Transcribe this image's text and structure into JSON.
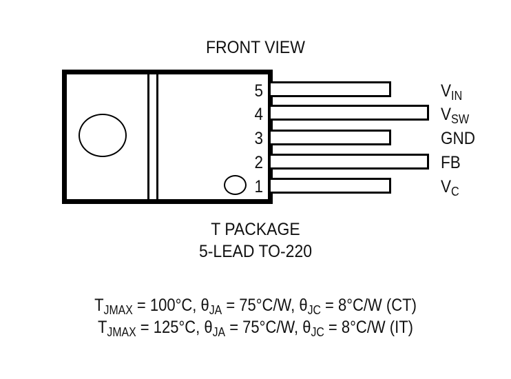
{
  "diagram": {
    "title": "FRONT VIEW",
    "package": {
      "line1": "T PACKAGE",
      "line2": "5-LEAD TO-220"
    },
    "pins": [
      {
        "number": "5",
        "name_main": "V",
        "name_sub": "IN",
        "lead": "short"
      },
      {
        "number": "4",
        "name_main": "V",
        "name_sub": "SW",
        "lead": "long"
      },
      {
        "number": "3",
        "name_main": "GND",
        "name_sub": "",
        "lead": "short"
      },
      {
        "number": "2",
        "name_main": "FB",
        "name_sub": "",
        "lead": "long"
      },
      {
        "number": "1",
        "name_main": "V",
        "name_sub": "C",
        "lead": "short"
      }
    ],
    "specs": [
      {
        "t_main": "T",
        "t_sub": "JMAX",
        "t_val": " = 100°C, ",
        "ja_main": "θ",
        "ja_sub": "JA",
        "ja_val": " = 75°C/W, ",
        "jc_main": "θ",
        "jc_sub": "JC",
        "jc_val": " = 8°C/W (CT)"
      },
      {
        "t_main": "T",
        "t_sub": "JMAX",
        "t_val": " = 125°C, ",
        "ja_main": "θ",
        "ja_sub": "JA",
        "ja_val": " = 75°C/W, ",
        "jc_main": "θ",
        "jc_sub": "JC",
        "jc_val": " = 8°C/W (IT)"
      }
    ]
  }
}
